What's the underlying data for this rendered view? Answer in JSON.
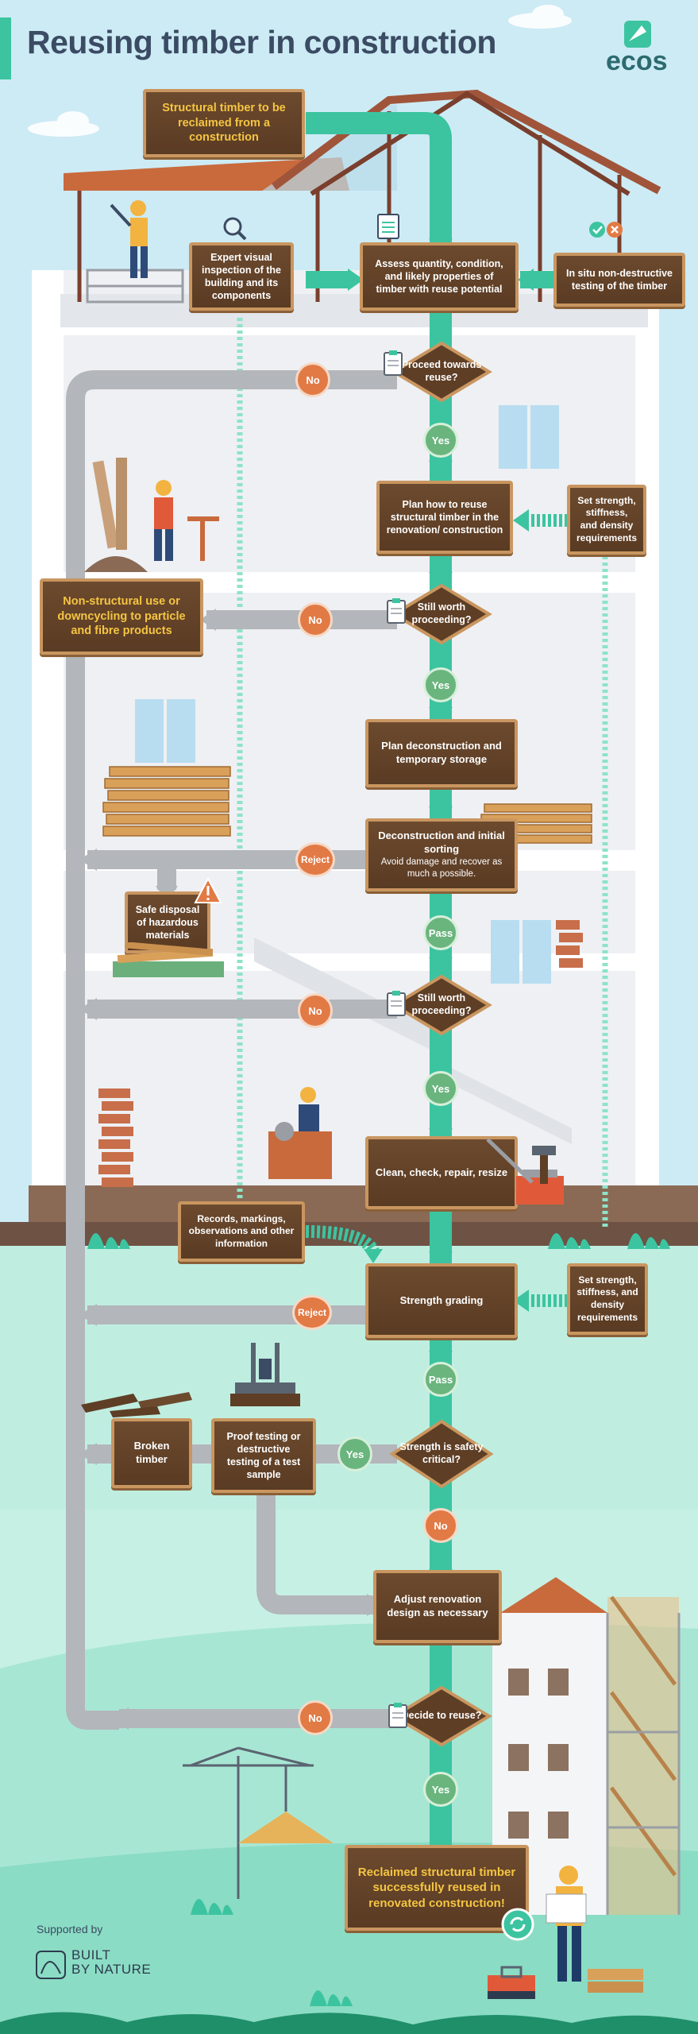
{
  "header": {
    "title": "Reusing timber in construction",
    "logo_text": "ecos"
  },
  "boxes": {
    "start": "Structural timber to be reclaimed from a construction",
    "inspection": "Expert visual inspection of the building and its components",
    "assess": "Assess quantity, condition, and likely properties of timber with reuse potential",
    "insitu": "In situ non-destructive testing of the timber",
    "plan_reuse": "Plan how to reuse structural timber in the renovation/ construction",
    "set_req_1": "Set strength, stiffness, and density requirements",
    "nonstructural": "Non-structural use or downcycling to particle and fibre products",
    "plan_decon": "Plan deconstruction and temporary storage",
    "decon_title": "Deconstruction and initial sorting",
    "decon_sub": "Avoid damage and recover as much a possible.",
    "safe_disposal": "Safe disposal of hazardous materials",
    "clean": "Clean, check, repair, resize",
    "records": "Records, markings, observations and other information",
    "grading": "Strength grading",
    "set_req_2": "Set strength, stiffness, and density requirements",
    "broken": "Broken timber",
    "proof": "Proof testing or destructive testing of a test sample",
    "adjust": "Adjust renovation design as necessary",
    "final": "Reclaimed structural timber successfully reused in renovated construction!"
  },
  "decisions": {
    "proceed": "Proceed towards reuse?",
    "worth1": "Still worth proceeding?",
    "worth2": "Still worth proceeding?",
    "safety": "Strength is safety critical?",
    "decide": "Decide to reuse?"
  },
  "badges": {
    "no1": "No",
    "yes1": "Yes",
    "no2": "No",
    "yes2": "Yes",
    "reject1": "Reject",
    "pass1": "Pass",
    "no3": "No",
    "yes3": "Yes",
    "reject2": "Reject",
    "pass2": "Pass",
    "yes4": "Yes",
    "no4": "No",
    "no5": "No",
    "yes5": "Yes"
  },
  "footer": {
    "supported_by": "Supported by",
    "bbn_line1": "BUILT",
    "bbn_line2": "BY NATURE"
  },
  "colors": {
    "main_flow": "#3cc4a0",
    "reject_flow": "#b3b6ba",
    "box_brown": "#5e3e25",
    "box_border": "#c99660",
    "yes_green": "#6ab57e",
    "no_orange": "#e27a45",
    "title": "#3b4b63",
    "gold_text": "#f5c542"
  }
}
